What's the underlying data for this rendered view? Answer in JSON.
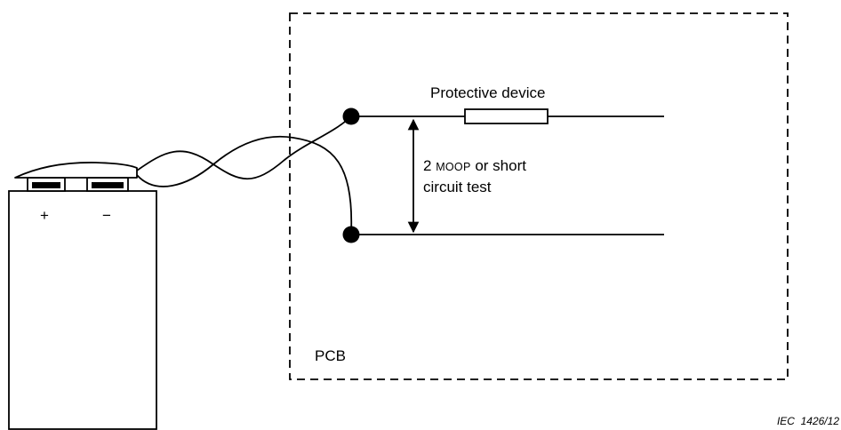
{
  "labels": {
    "protective_device": "Protective device",
    "test_number": "2 ",
    "test_moop": "MOOP",
    "test_rest": " or short",
    "test_line2": "circuit test",
    "pcb": "PCB",
    "battery_plus": "+",
    "battery_minus": "−",
    "figure_ref": "IEC  1426/12"
  }
}
